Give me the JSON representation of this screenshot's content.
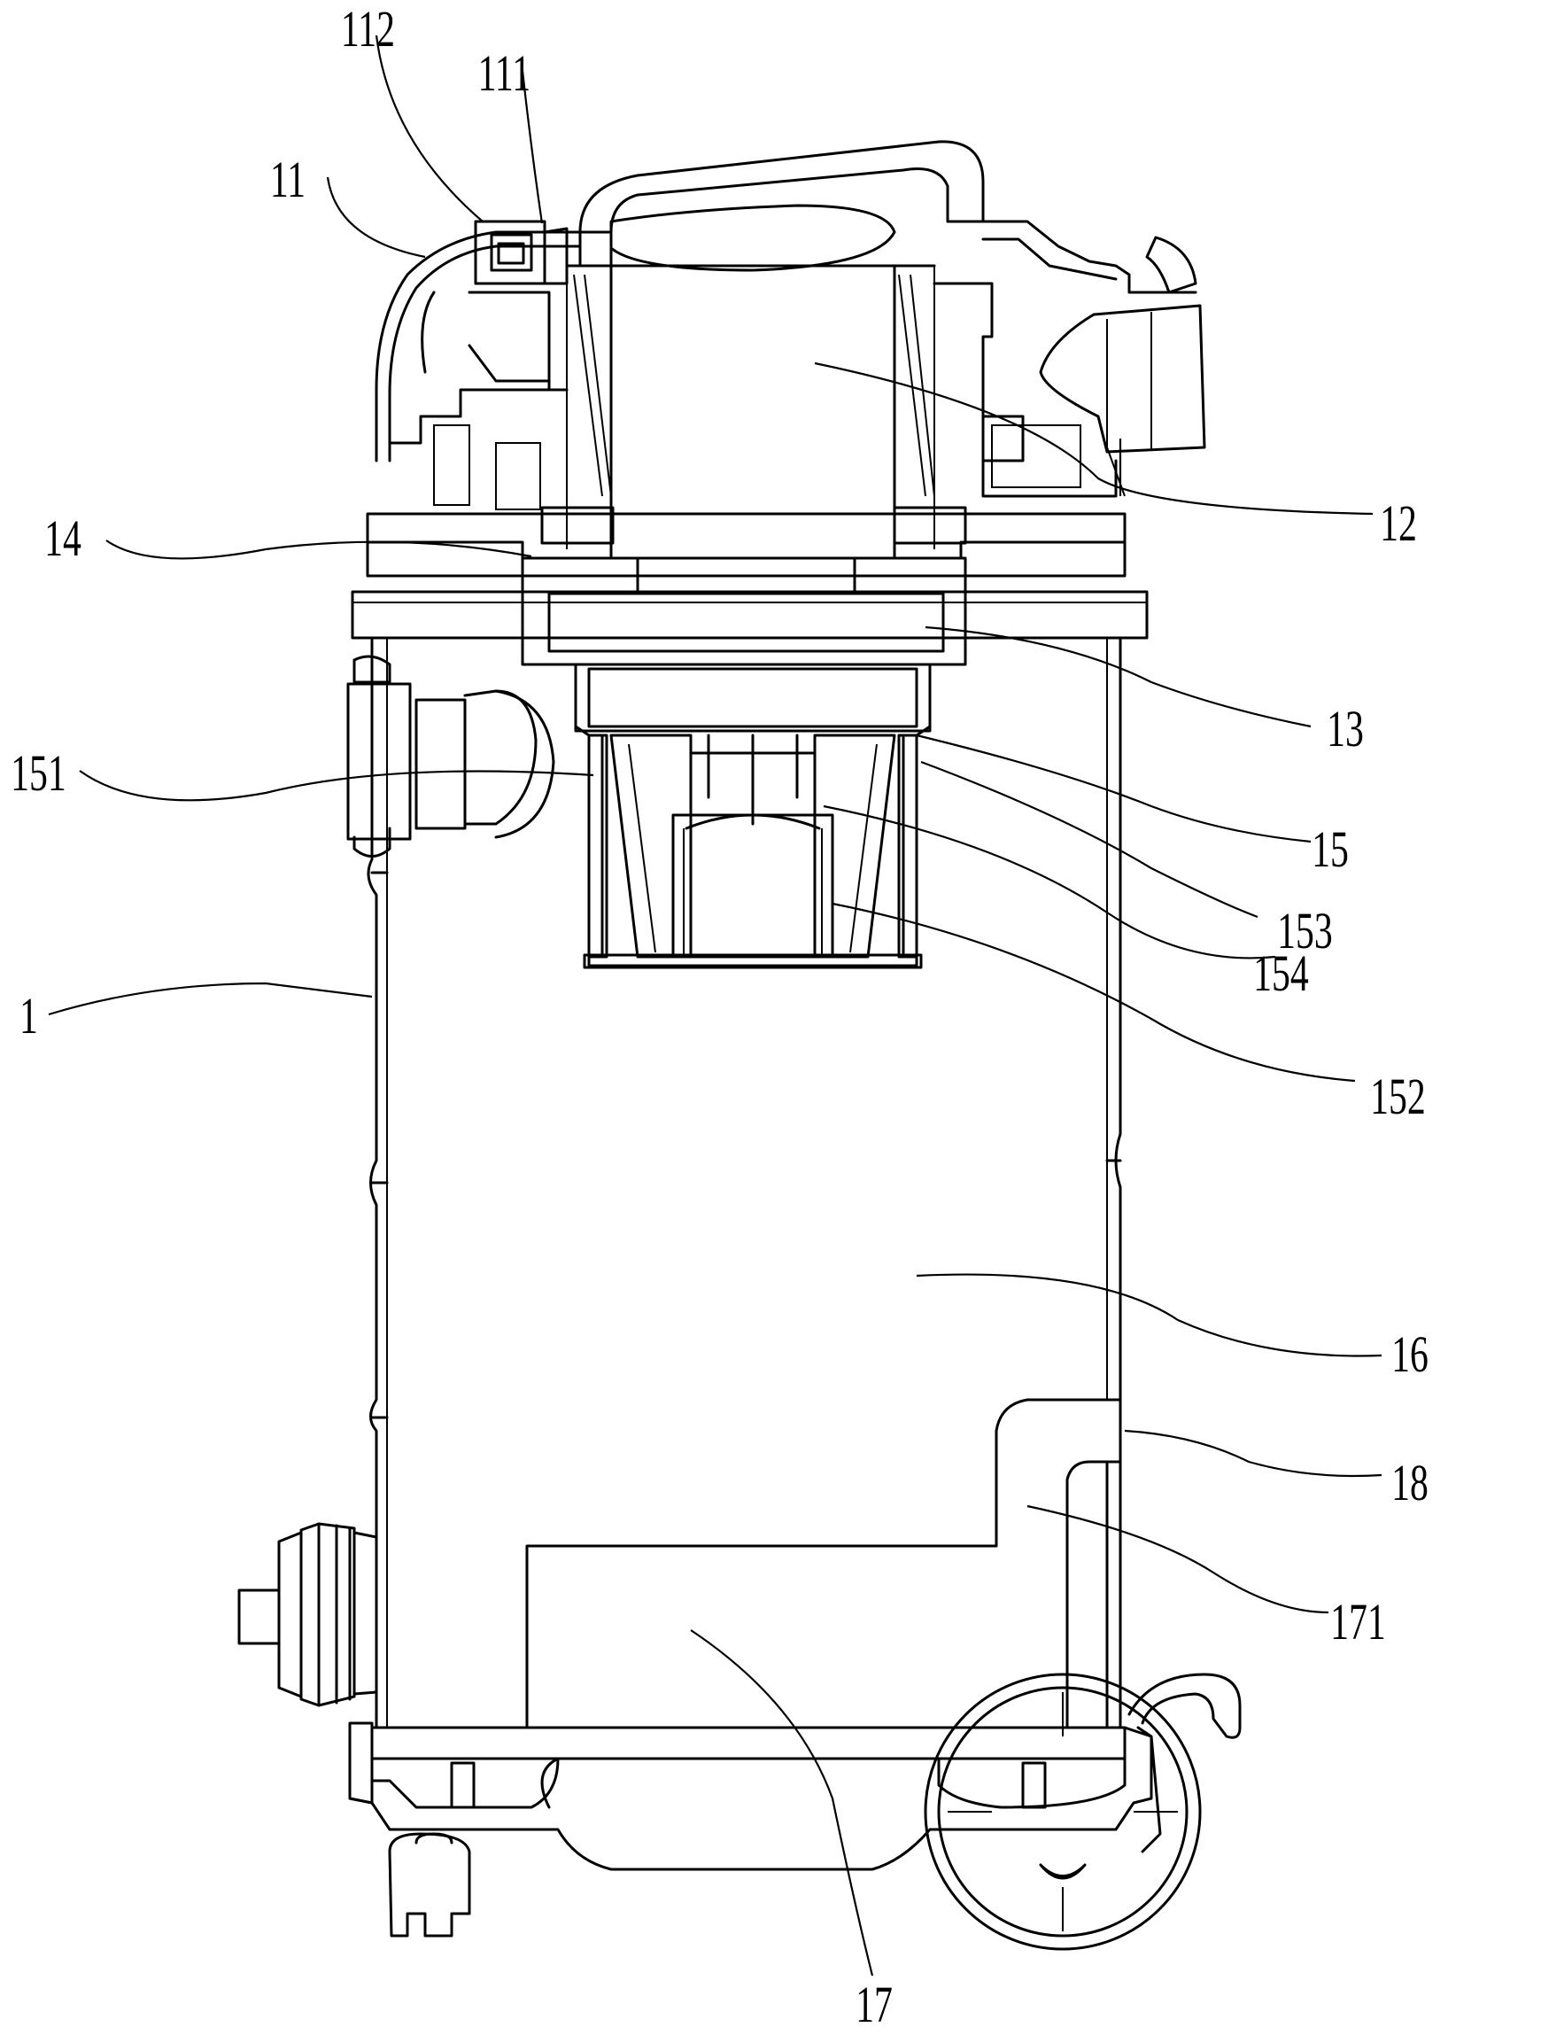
{
  "figure": {
    "labels": {
      "l112": "112",
      "l111": "111",
      "l11": "11",
      "l12": "12",
      "l14": "14",
      "l13": "13",
      "l151": "151",
      "l15": "15",
      "l153": "153",
      "l154": "154",
      "l1": "1",
      "l152": "152",
      "l16": "16",
      "l18": "18",
      "l171": "171",
      "l17": "17"
    }
  }
}
